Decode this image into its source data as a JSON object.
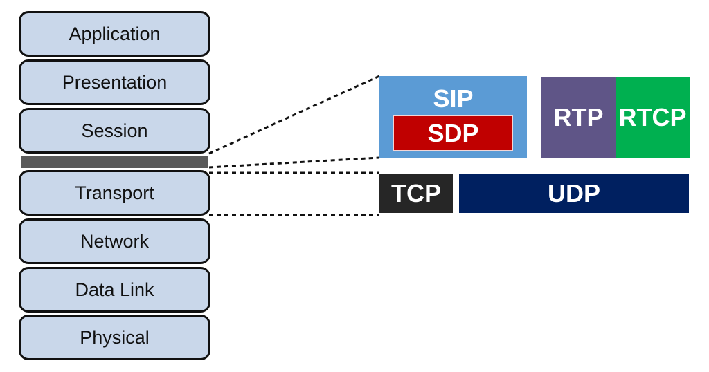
{
  "osi_layers": [
    {
      "label": "Application"
    },
    {
      "label": "Presentation"
    },
    {
      "label": "Session"
    },
    {
      "label": "Transport"
    },
    {
      "label": "Network"
    },
    {
      "label": "Data Link"
    },
    {
      "label": "Physical"
    }
  ],
  "protocols": {
    "sip": {
      "label": "SIP",
      "color": "#5b9bd5"
    },
    "sdp": {
      "label": "SDP",
      "color": "#c00000"
    },
    "rtp": {
      "label": "RTP",
      "color": "#5f5587"
    },
    "rtcp": {
      "label": "RTCP",
      "color": "#00b050"
    },
    "tcp": {
      "label": "TCP",
      "color": "#262626"
    },
    "udp": {
      "label": "UDP",
      "color": "#002060"
    }
  },
  "colors": {
    "layer_fill": "#c9d7ea",
    "layer_border": "#111111",
    "separator": "#5a5a5a",
    "connector": "#111111"
  }
}
